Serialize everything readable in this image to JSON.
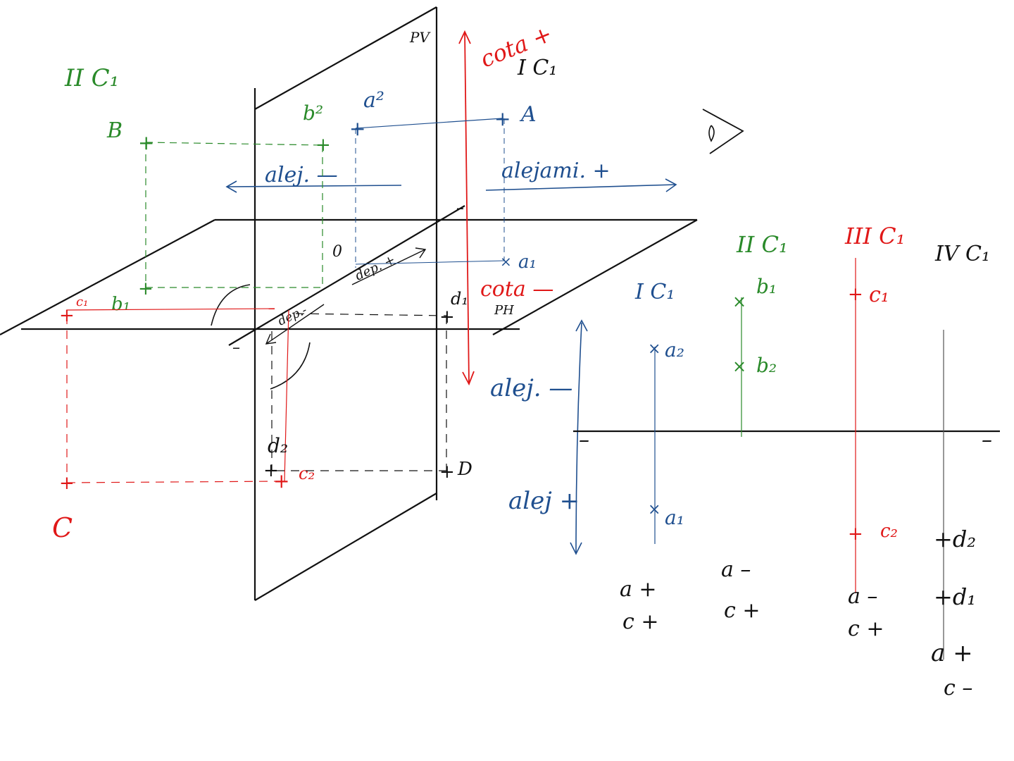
{
  "colors": {
    "ink": "#111111",
    "green": "#2a8a2a",
    "red": "#e01818",
    "blue": "#1f4f8f"
  },
  "left_drawing": {
    "quadrant_II_label": "II C₁",
    "quadrant_I_label": "I C₁",
    "plane_PV": "PV",
    "plane_PH": "PH",
    "origin": "0",
    "cota_up": "cota +",
    "cota_down": "cota —",
    "alej_neg": "alej. —",
    "alej_pos": "alejami. +",
    "alej_neg_lower": "alej. —",
    "alej_pos_lower": "alej +",
    "dep_pos": "dep. +",
    "dep_neg": "dep.-",
    "minus_a": "–",
    "minus_b": "–",
    "minus_c": "–",
    "point_A": "A",
    "point_a2": "a²",
    "point_a1": "a₁",
    "point_B": "B",
    "point_b2": "b²",
    "point_b1": "b₁",
    "point_C": "C",
    "point_c1": "c₁",
    "point_c2": "c₂",
    "point_D": "D",
    "point_d1": "d₁",
    "point_d2": "d₂"
  },
  "epure": {
    "labels_quadrants": [
      "I C₁",
      "II C₁",
      "III C₁",
      "IV C₁"
    ],
    "point_a2": "a₂",
    "point_a1": "a₁",
    "point_b1": "b₁",
    "point_b2": "b₂",
    "point_c1": "c₁",
    "point_c2": "c₂",
    "point_d2": "+d₂",
    "point_d1": "+d₁",
    "axis_minus_left": "–",
    "axis_minus_right": "–",
    "col1_sign1": "a +",
    "col1_sign2": "c +",
    "col2_sign1": "a –",
    "col2_sign2": "c +",
    "col3_sign1": "a –",
    "col3_sign2": "c +",
    "col4_sign1": "a +",
    "col4_sign2": "c –"
  }
}
